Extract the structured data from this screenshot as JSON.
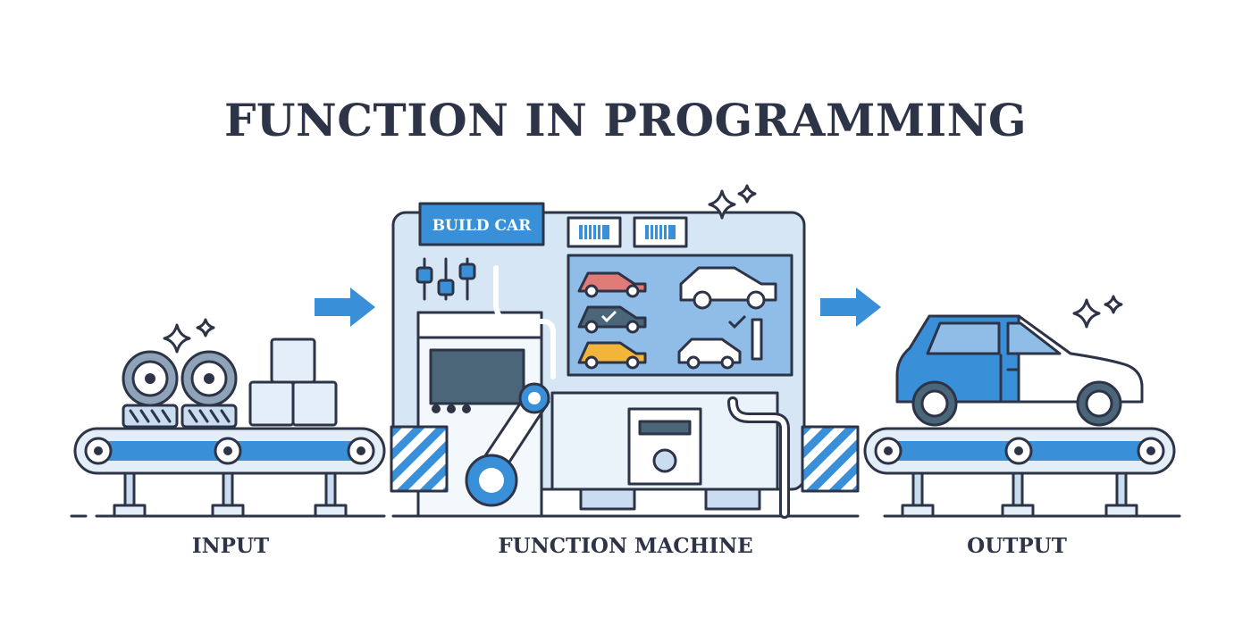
{
  "title": "FUNCTION IN PROGRAMMING",
  "machine": {
    "panel_label": "BUILD CAR"
  },
  "captions": {
    "input": "INPUT",
    "function_machine": "FUNCTION MACHINE",
    "output": "OUTPUT"
  },
  "colors": {
    "outline": "#2e3447",
    "accent_blue": "#3a8fd9",
    "light_blue": "#c9dcf0",
    "pale_blue": "#e4eef8",
    "red_car": "#e07c78",
    "yellow_car": "#f2b53c"
  },
  "icons": [
    "tire-icon",
    "cube-icon",
    "arrow-right-icon",
    "sparkle-icon",
    "car-icon",
    "conveyor-belt-icon",
    "function-machine-icon"
  ]
}
